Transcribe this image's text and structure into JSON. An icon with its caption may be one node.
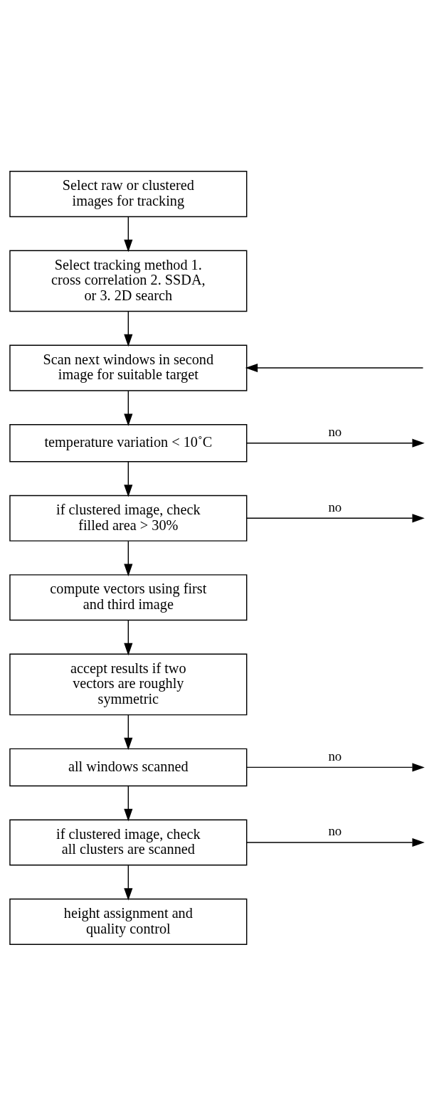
{
  "diagram": {
    "nodes": [
      {
        "text": [
          "Select raw or clustered images for tracking"
        ]
      },
      {
        "text": [
          "Select tracking method 1. cross correlation 2. SSDA, or 3. 2D search"
        ]
      },
      {
        "text": [
          "Scan next windows in second image for suitable target"
        ]
      },
      {
        "text": [
          "temperature variation < 10˚C"
        ]
      },
      {
        "text": [
          "if clustered image, check filled area > 30%"
        ]
      },
      {
        "text": [
          "compute vectors using first and third image"
        ]
      },
      {
        "text": [
          "accept results if two vectors are roughly symmetric"
        ]
      },
      {
        "text": [
          "all windows scanned"
        ]
      },
      {
        "text": [
          "if clustered image, check all clusters are scanned"
        ]
      },
      {
        "text": [
          "height assignment and quality control"
        ]
      }
    ],
    "edges": [
      {
        "from": 0,
        "to": 1,
        "arrow": "to"
      },
      {
        "from": 1,
        "to": 2,
        "arrow": "to"
      },
      {
        "from": null,
        "to": 2,
        "arrow": "to"
      },
      {
        "from": 2,
        "to": 3,
        "arrow": "to"
      },
      {
        "from": 3,
        "to": null,
        "arrow": "to",
        "label": "no"
      },
      {
        "from": 3,
        "to": 4,
        "arrow": "to"
      },
      {
        "from": 4,
        "to": null,
        "arrow": "to",
        "label": "no"
      },
      {
        "from": 4,
        "to": 5,
        "arrow": "to"
      },
      {
        "from": 5,
        "to": 6,
        "arrow": "to"
      },
      {
        "from": 6,
        "to": 7,
        "arrow": "to"
      },
      {
        "from": 7,
        "to": null,
        "arrow": "to",
        "label": "no"
      },
      {
        "from": 7,
        "to": 8,
        "arrow": "to"
      },
      {
        "from": 8,
        "to": null,
        "arrow": "to",
        "label": "no"
      },
      {
        "from": 8,
        "to": 9,
        "arrow": "to"
      }
    ]
  }
}
